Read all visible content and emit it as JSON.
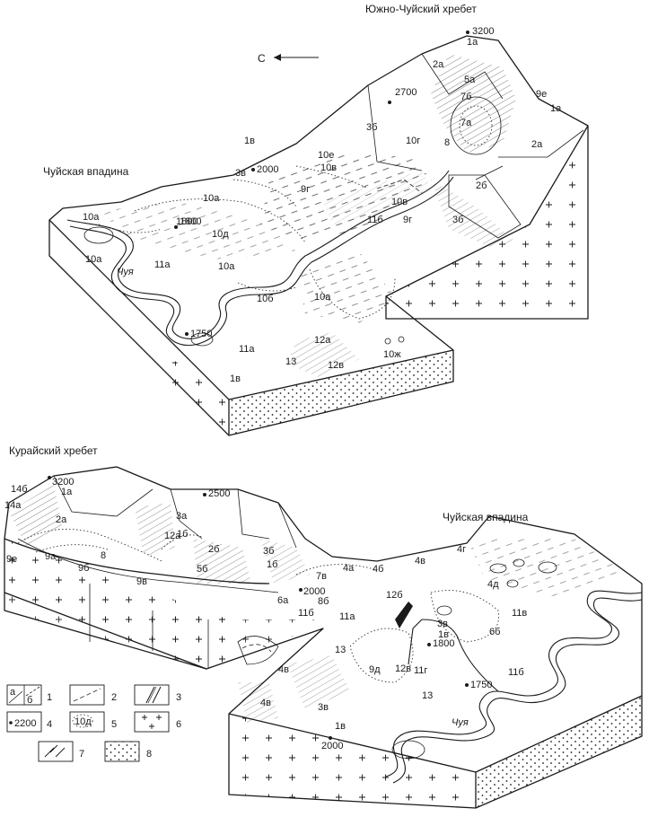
{
  "top_block": {
    "titles": {
      "ridge": "Южно-Чуйский хребет",
      "basin": "Чуйская впадина"
    },
    "north_arrow": "С",
    "river": "Чуя",
    "peaks": [
      {
        "value": "3200",
        "marker": "peak"
      },
      {
        "value": "2700",
        "marker": "peak"
      },
      {
        "value": "2000",
        "marker": "peak"
      },
      {
        "value": "1800",
        "marker": "peak"
      },
      {
        "value": "1750",
        "marker": "peak"
      }
    ],
    "labels": [
      "1а",
      "2а",
      "5а",
      "7б",
      "9е",
      "1а",
      "7а",
      "2а",
      "3б",
      "10г",
      "8",
      "1в",
      "10е",
      "3в",
      "10в",
      "2б",
      "9г",
      "10а",
      "10в",
      "11б",
      "9г",
      "3б",
      "10а",
      "1800",
      "10д",
      "10а",
      "11а",
      "10а",
      "10б",
      "10а",
      "11а",
      "12а",
      "13",
      "12в",
      "10ж",
      "1в"
    ]
  },
  "bottom_block": {
    "titles": {
      "ridge": "Курайский хребет",
      "basin": "Чуйская впадина"
    },
    "river": "Чуя",
    "peaks": [
      {
        "value": "3200",
        "marker": "peak"
      },
      {
        "value": "2500",
        "marker": "peak"
      },
      {
        "value": "2000",
        "marker": "peak"
      },
      {
        "value": "1800",
        "marker": "peak"
      },
      {
        "value": "1750",
        "marker": "peak"
      },
      {
        "value": "2000",
        "marker": "peak"
      }
    ],
    "labels": [
      "14б",
      "1а",
      "14а",
      "2а",
      "3а",
      "1б",
      "12а",
      "2б",
      "3б",
      "9е",
      "9а",
      "9б",
      "8",
      "9в",
      "5б",
      "1б",
      "7в",
      "4а",
      "4б",
      "4в",
      "4г",
      "4д",
      "8б",
      "6а",
      "11б",
      "12б",
      "11а",
      "11в",
      "6б",
      "3в",
      "1в",
      "13",
      "4в",
      "9д",
      "12в",
      "11б",
      "4в",
      "3в",
      "1в",
      "11г",
      "13"
    ]
  },
  "legend": [
    {
      "num": "1",
      "symbol_text": [
        "а",
        "б"
      ]
    },
    {
      "num": "2",
      "symbol_text": []
    },
    {
      "num": "3",
      "symbol_text": []
    },
    {
      "num": "4",
      "symbol_text": [
        "2200"
      ]
    },
    {
      "num": "5",
      "symbol_text": [
        "10д"
      ]
    },
    {
      "num": "6",
      "symbol_text": []
    },
    {
      "num": "7",
      "symbol_text": []
    },
    {
      "num": "8",
      "symbol_text": []
    }
  ]
}
